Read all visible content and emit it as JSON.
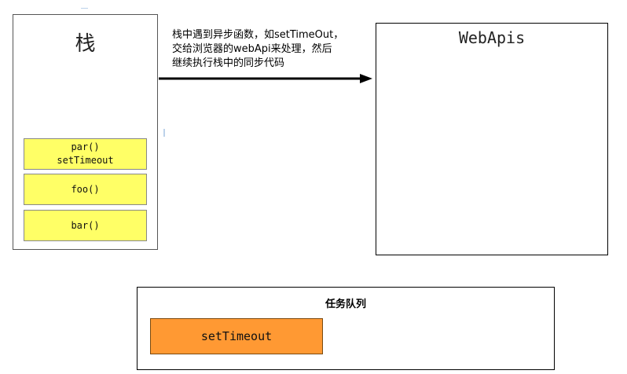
{
  "stack": {
    "title": "栈",
    "frames": [
      {
        "lines": [
          "par()",
          "setTimeout"
        ],
        "color": "#ffff66"
      },
      {
        "lines": [
          "foo()"
        ],
        "color": "#ffff66"
      },
      {
        "lines": [
          "bar()"
        ],
        "color": "#ffff66"
      }
    ]
  },
  "annotation": {
    "lines": [
      "栈中遇到异步函数，如setTimeOut，",
      "交给浏览器的webApi来处理，然后",
      "继续执行栈中的同步代码"
    ]
  },
  "webapis": {
    "title": "WebApis"
  },
  "queue": {
    "title": "任务队列",
    "item": {
      "label": "setTimeout",
      "color": "#ff9933"
    }
  }
}
